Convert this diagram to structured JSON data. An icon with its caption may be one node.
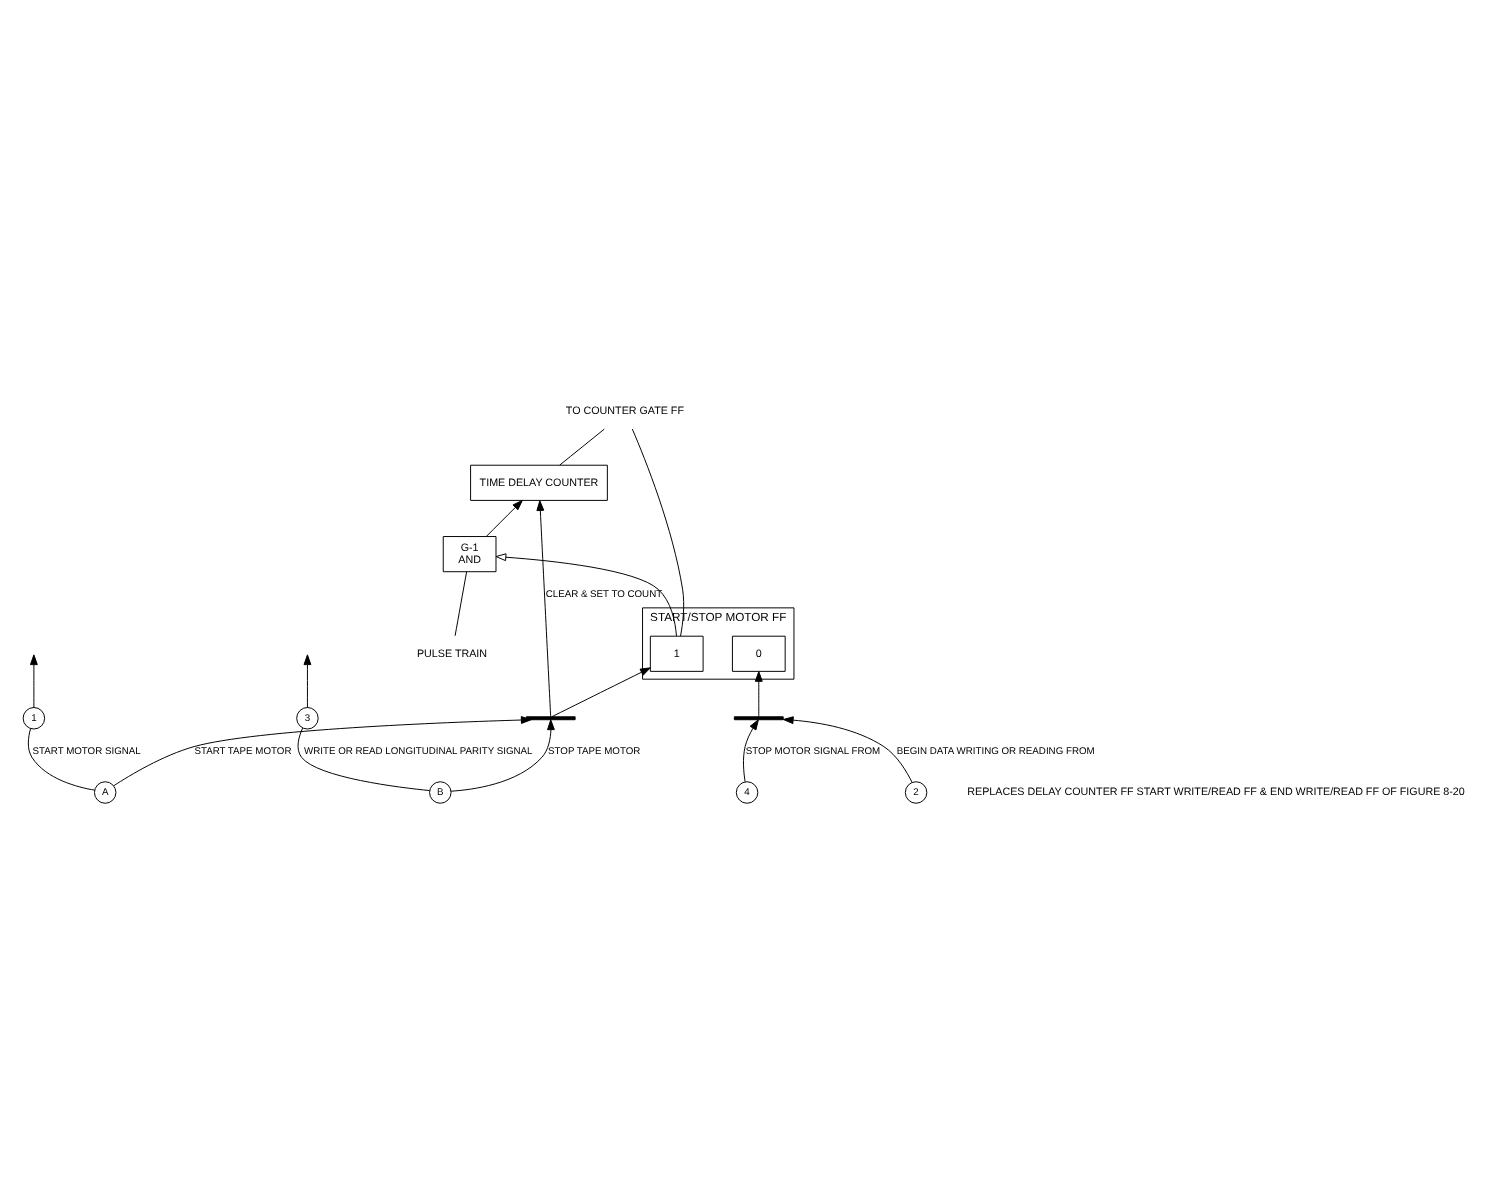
{
  "diagram": {
    "nodes": [
      {
        "text": [
          "PULSE TRAIN"
        ]
      },
      {
        "text": [
          "G-1",
          "AND"
        ]
      },
      {
        "text": [
          "TIME DELAY COUNTER"
        ]
      },
      {
        "text": [],
        "shape": "box",
        "beside": [
          "START/STOP MOTOR FF"
        ]
      },
      {
        "text": [
          "1"
        ],
        "in": 3
      },
      {
        "text": [
          "0"
        ],
        "in": 3
      },
      {
        "text": [
          "TO COUNTER GATE FF"
        ]
      },
      {
        "text": [],
        "shape": "bar"
      },
      {
        "text": [],
        "shape": "bar"
      },
      {
        "text": [
          "2"
        ]
      },
      {
        "text": [
          "4"
        ]
      },
      {
        "text": [
          "3"
        ]
      },
      {
        "text": [
          "1"
        ]
      },
      {
        "text": [
          "A"
        ]
      },
      {
        "text": [
          "B"
        ]
      }
    ],
    "edges": [
      {
        "from": 0,
        "to": 1,
        "arrow": "none"
      },
      {
        "from": 1,
        "to": 2,
        "arrow": "to"
      },
      {
        "from": 2,
        "to": 6,
        "arrow": "none"
      },
      {
        "from": 4,
        "to": 1,
        "arrow": "to"
      },
      {
        "from": 4,
        "to": 6,
        "arrow": "none"
      },
      {
        "from": 7,
        "to": 4,
        "arrow": "to"
      },
      {
        "from": 7,
        "to": 2,
        "arrow": "to",
        "label": "CLEAR & SET TO COUNT"
      },
      {
        "from": 8,
        "to": 5,
        "arrow": "to"
      },
      {
        "from": 9,
        "to": 8,
        "arrow": "to",
        "label": "BEGIN DATA WRITING OR READING FROM"
      },
      {
        "from": 10,
        "to": 8,
        "arrow": "to",
        "label": "STOP MOTOR SIGNAL FROM"
      },
      {
        "from": 13,
        "to": 7,
        "arrow": "to",
        "label": "START TAPE MOTOR"
      },
      {
        "from": 14,
        "to": 7,
        "arrow": "to",
        "label": "STOP TAPE MOTOR"
      },
      {
        "from": 14,
        "to": 11,
        "arrow": "none",
        "label": "WRITE OR READ LONGITUDINAL PARITY SIGNAL"
      },
      {
        "from": 11,
        "to": null,
        "arrow": "to"
      },
      {
        "from": 13,
        "to": 12,
        "arrow": "none",
        "label": "START MOTOR SIGNAL"
      },
      {
        "from": 12,
        "to": null,
        "arrow": "to"
      }
    ],
    "labels": [
      "REPLACES DELAY COUNTER FF START WRITE/READ FF & END WRITE/READ FF OF FIGURE 8-20"
    ]
  }
}
